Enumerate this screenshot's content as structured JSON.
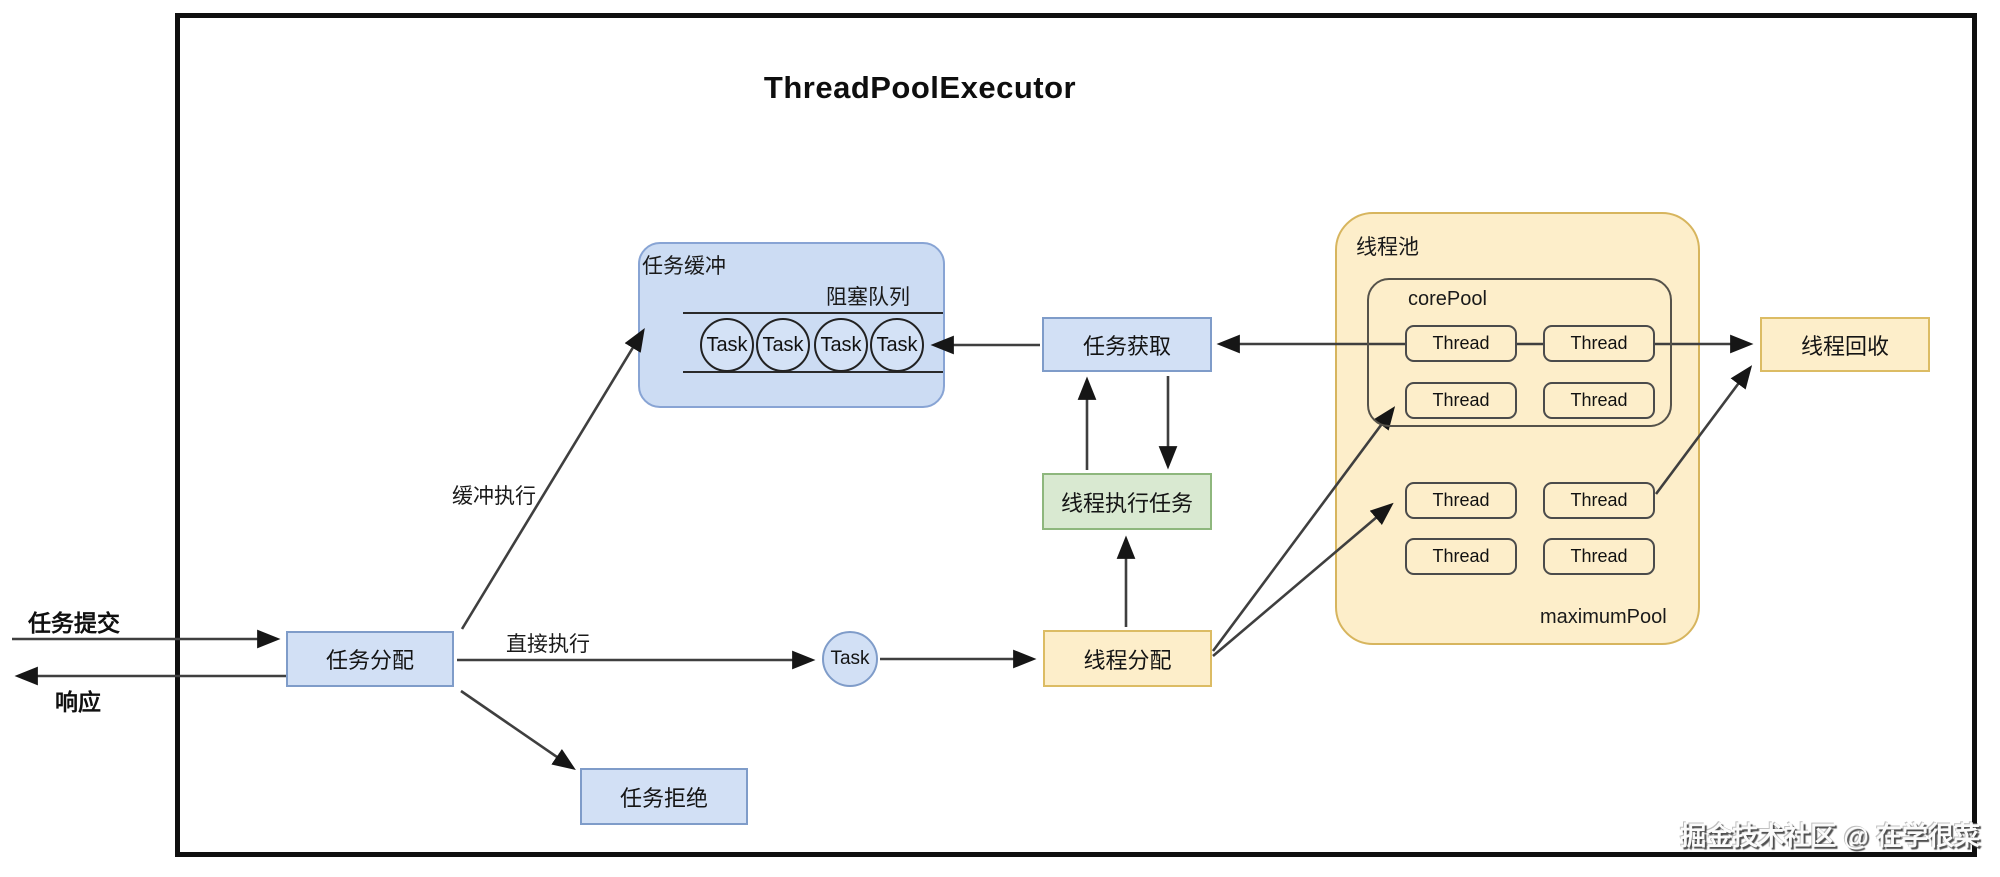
{
  "title": "ThreadPoolExecutor",
  "left_labels": {
    "submit": "任务提交",
    "response": "响应"
  },
  "nodes": {
    "task_dispatch": "任务分配",
    "task_reject": "任务拒绝",
    "task_fetch": "任务获取",
    "thread_exec": "线程执行任务",
    "thread_dispatch": "线程分配",
    "thread_recycle": "线程回收",
    "task_circle": "Task"
  },
  "edge_labels": {
    "buffer_exec": "缓冲执行",
    "direct_exec": "直接执行"
  },
  "buffer": {
    "label": "任务缓冲",
    "queue_label": "阻塞队列",
    "tasks": [
      "Task",
      "Task",
      "Task",
      "Task"
    ]
  },
  "pool": {
    "label": "线程池",
    "core_label": "corePool",
    "max_label": "maximumPool",
    "core_threads": [
      "Thread",
      "Thread",
      "Thread",
      "Thread"
    ],
    "max_threads": [
      "Thread",
      "Thread",
      "Thread",
      "Thread"
    ]
  },
  "watermark": "掘金技术社区 @ 在学很菜",
  "colors": {
    "blue_fill": "#d2e0f5",
    "blue_border": "#7f9cc9",
    "yellow_fill": "#fdeeca",
    "yellow_border": "#dcbc64",
    "green_fill": "#d9e9d1",
    "green_border": "#8eb77d",
    "pool_border": "#d7b55e",
    "thread_border": "#4b4b4b",
    "frame": "#0f0f0f",
    "arrow": "#3f3f3f"
  }
}
